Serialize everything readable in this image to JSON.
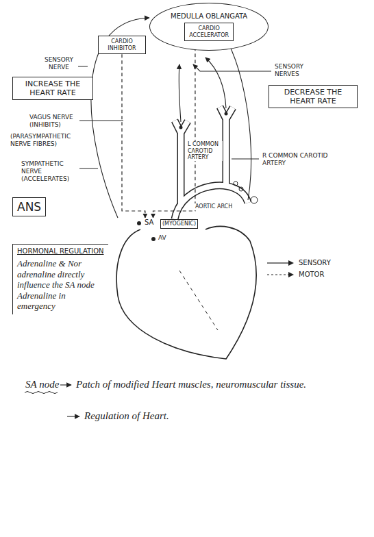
{
  "diagram": {
    "nodes": [
      {
        "text": [
          "MEDULLA OBLANGATA"
        ]
      },
      {
        "text": [
          "CARDIO INHIBITOR"
        ]
      },
      {
        "text": [
          "CARDIO ACCELERATOR"
        ],
        "in": 0
      },
      {
        "text": [
          "INCREASE THE HEART RATE"
        ]
      },
      {
        "text": [
          "DECREASE THE HEART RATE"
        ]
      },
      {
        "text": [
          "ANS"
        ]
      },
      {
        "text": [
          "SA"
        ]
      },
      {
        "text": [
          "HORMONAL REGULATION",
          "Adrenaline & Nor adrenaline directly influence the SA node Adrenaline in emergency"
        ]
      }
    ],
    "edges": [
      {
        "from": 1,
        "to": 6,
        "arrow": "to"
      },
      {
        "from": 2,
        "to": 6,
        "arrow": "to"
      }
    ],
    "labels": [
      "SENSORY NERVE",
      "VAGUS NERVE (INHIBITS)",
      "(PARASYMPATHETIC NERVE FIBRES)",
      "SYMPATHETIC NERVE (ACCELERATES)",
      "SENSORY NERVES",
      "L COMMON CAROTID ARTERY",
      "R COMMON CAROTID ARTERY",
      "AORTIC ARCH",
      "(MYOGENIC)",
      "AV",
      "SA node",
      "Patch of modified Heart muscles, neuromuscular tissue.",
      "Regulation of Heart."
    ],
    "legend": [
      {
        "text": "SENSORY"
      },
      {
        "text": "MOTOR"
      }
    ]
  }
}
